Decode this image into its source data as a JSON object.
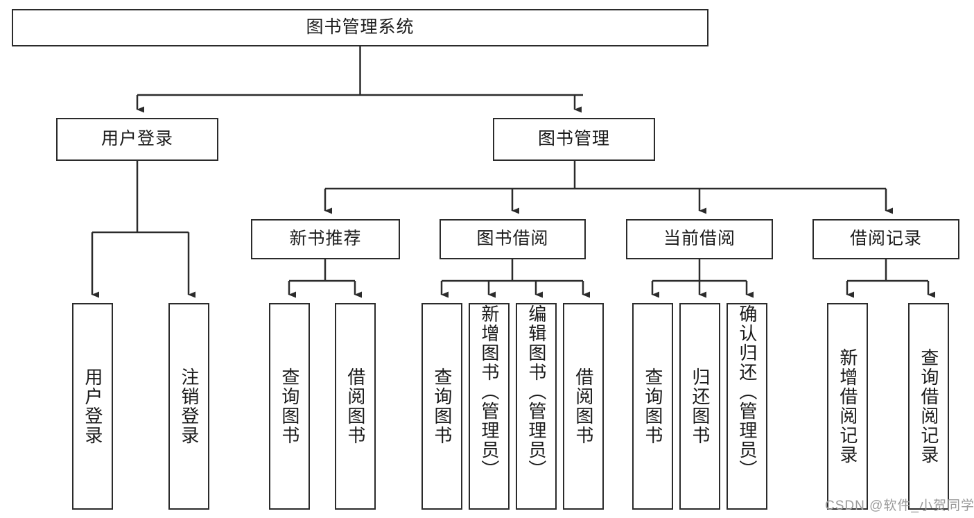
{
  "diagram": {
    "type": "tree-hierarchy-chart",
    "title": "图书管理系统",
    "colors": {
      "stroke": "#2b2b2b",
      "fill": "#ffffff",
      "text": "#1a1a1a",
      "watermark": "#9a9a9a"
    },
    "root": {
      "label": "图书管理系统"
    },
    "level1": [
      {
        "label": "用户登录"
      },
      {
        "label": "图书管理"
      }
    ],
    "level2": [
      {
        "label": "新书推荐"
      },
      {
        "label": "图书借阅"
      },
      {
        "label": "当前借阅"
      },
      {
        "label": "借阅记录"
      }
    ],
    "leaves": {
      "user_login": [
        {
          "label": "用户登录"
        },
        {
          "label": "注销登录"
        }
      ],
      "new_book_recommend": [
        {
          "label": "查询图书"
        },
        {
          "label": "借阅图书"
        }
      ],
      "book_borrow": [
        {
          "label": "查询图书"
        },
        {
          "label": "新增图书（管理员）"
        },
        {
          "label": "编辑图书（管理员）"
        },
        {
          "label": "借阅图书"
        }
      ],
      "current_borrow": [
        {
          "label": "查询图书"
        },
        {
          "label": "归还图书"
        },
        {
          "label": "确认归还（管理员）"
        }
      ],
      "borrow_record": [
        {
          "label": "新增借阅记录"
        },
        {
          "label": "查询借阅记录"
        }
      ]
    }
  },
  "watermark": {
    "text": "CSDN @软件_小贺同学"
  }
}
